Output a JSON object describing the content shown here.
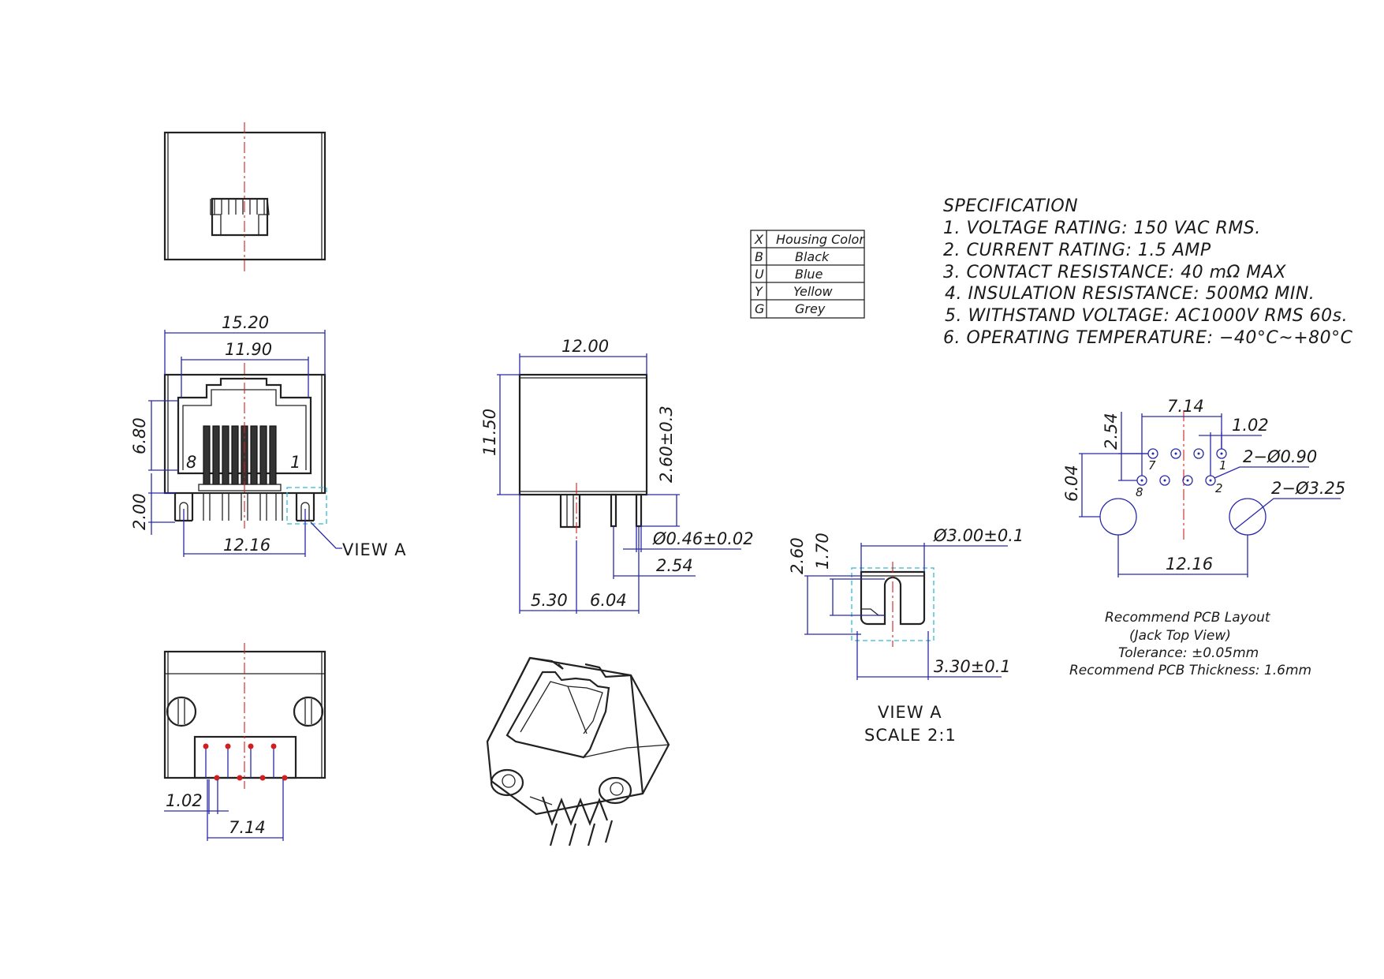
{
  "specification": {
    "title": "SPECIFICATION",
    "items": [
      "1.  VOLTAGE  RATING:  150  VAC  RMS.",
      "2.  CURRENT  RATING:  1.5  AMP",
      "3.  CONTACT  RESISTANCE:  40  mΩ  MAX",
      "4.  INSULATION  RESISTANCE:  500MΩ  MIN.",
      "5.  WITHSTAND  VOLTAGE:  AC1000V  RMS  60s.",
      "6.  OPERATING  TEMPERATURE:  −40°C~+80°C"
    ]
  },
  "color_table": {
    "header": [
      "X",
      "Housing  Color"
    ],
    "rows": [
      [
        "B",
        "Black"
      ],
      [
        "U",
        "Blue"
      ],
      [
        "Y",
        "Yellow"
      ],
      [
        "G",
        "Grey"
      ]
    ]
  },
  "front_view": {
    "dim_width_outer": "15.20",
    "dim_width_inner": "11.90",
    "dim_height": "6.80",
    "dim_leg": "2.00",
    "dim_post_spacing": "12.16",
    "pin_left": "8",
    "pin_right": "1",
    "view_callout": "VIEW  A"
  },
  "side_view": {
    "dim_depth": "12.00",
    "dim_height": "11.50",
    "dim_pin_length": "2.60±0.3",
    "dim_pin_diameter": "Ø0.46±0.02",
    "dim_pin_pitch": "2.54",
    "dim_post_offset": "5.30",
    "dim_row_offset": "6.04"
  },
  "bottom_view": {
    "dim_pitch": "1.02",
    "dim_span": "7.14"
  },
  "view_a": {
    "dim_diameter": "Ø3.00±0.1",
    "dim_height_outer": "2.60",
    "dim_height_inner": "1.70",
    "dim_width": "3.30±0.1",
    "title": "VIEW  A",
    "scale": "SCALE  2:1"
  },
  "pcb_layout": {
    "dim_span": "7.14",
    "dim_pitch": "1.02",
    "dim_row": "2.54",
    "dim_offset": "6.04",
    "dim_hole_small": "2−Ø0.90",
    "dim_hole_large": "2−Ø3.25",
    "dim_post_spacing": "12.16",
    "pin_labels": [
      "7",
      "1",
      "8",
      "2"
    ],
    "notes": [
      "Recommend  PCB  Layout",
      "(Jack  Top  View)",
      "Tolerance:  ±0.05mm",
      "Recommend  PCB  Thickness:  1.6mm"
    ]
  }
}
